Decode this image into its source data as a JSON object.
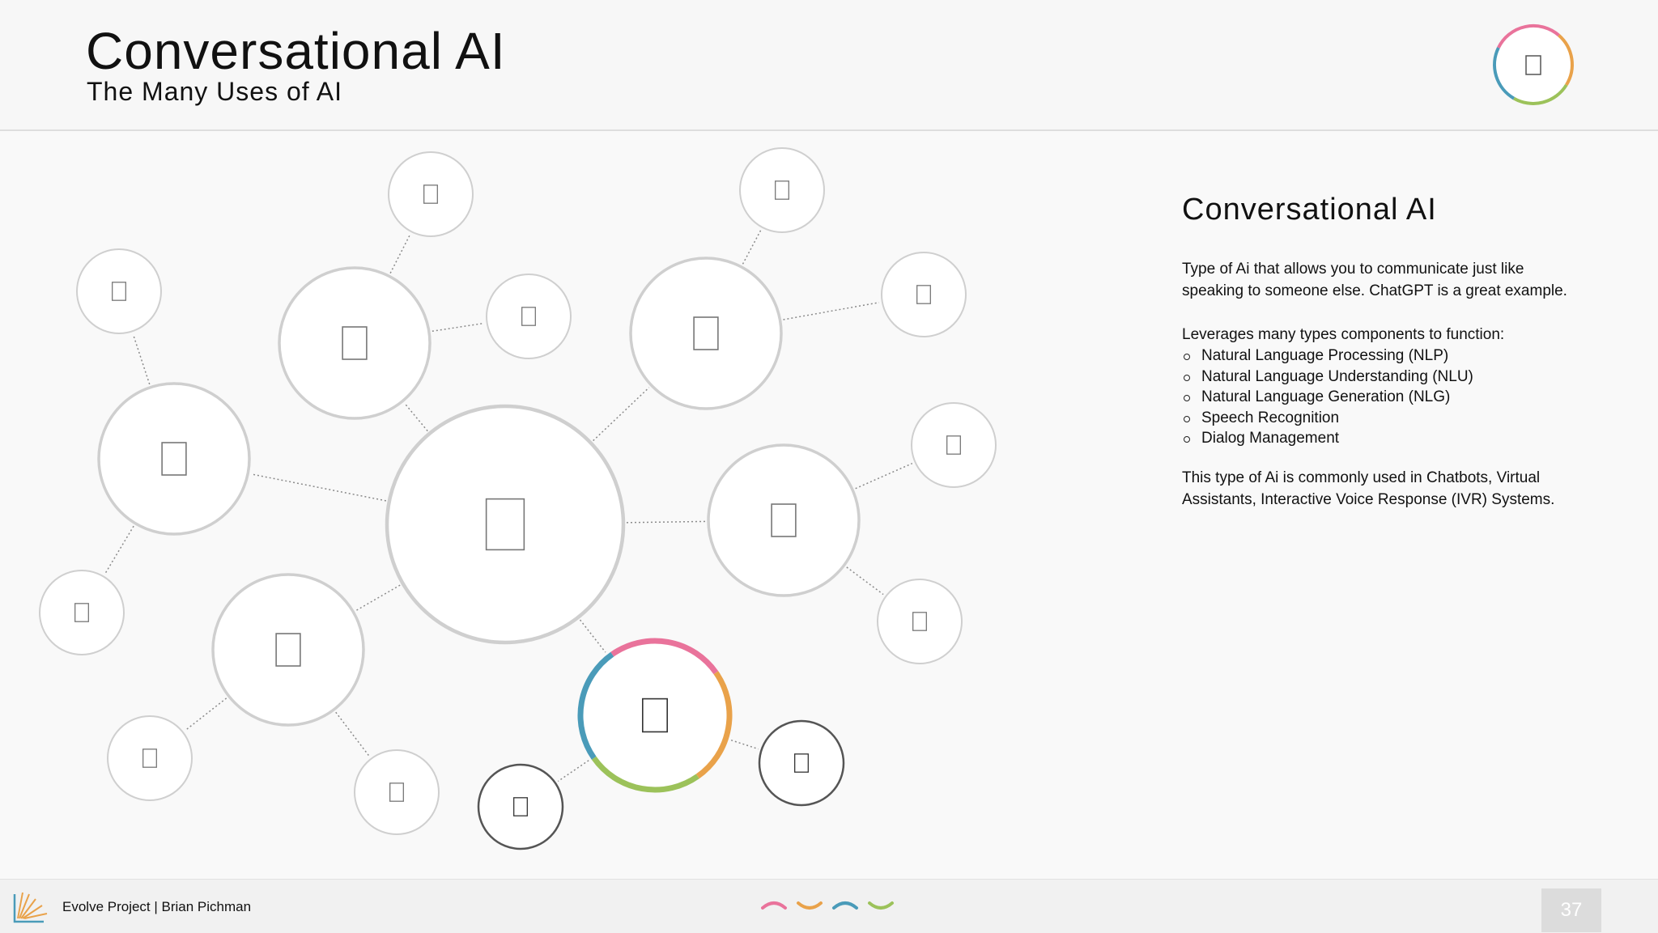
{
  "slide": {
    "title": "Conversational AI",
    "subtitle": "The Many Uses of AI",
    "logo_icon": "color-ring-icon"
  },
  "diagram": {
    "type": "bubble-network",
    "icon_glyph": "▯",
    "ring_colors": [
      "#e9739b",
      "#e9a24a",
      "#9cc25a",
      "#4a9bb9"
    ],
    "node_border": "#cfcfcf",
    "highlight_border": "#555555"
  },
  "panel": {
    "heading": "Conversational AI",
    "intro": "Type of Ai that allows you to communicate just like speaking to someone else.  ChatGPT is a great example.",
    "components_lead": "Leverages many types components to function:",
    "components": [
      "Natural Language Processing (NLP)",
      "Natural Language Understanding (NLU)",
      "Natural Language Generation (NLG)",
      "Speech Recognition",
      "Dialog Management"
    ],
    "usage": "This type of Ai is commonly used in Chatbots, Virtual Assistants, Interactive Voice Response (IVR) Systems."
  },
  "footer": {
    "text": "Evolve Project | Brian Pichman",
    "page_number": "37"
  }
}
